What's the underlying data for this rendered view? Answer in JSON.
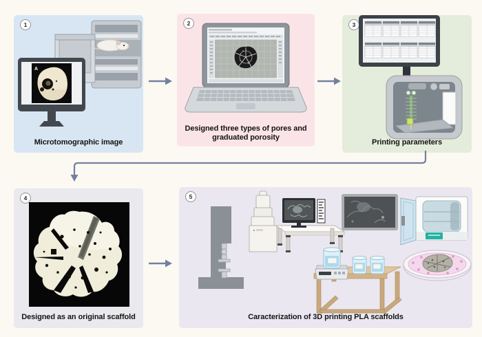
{
  "figure": {
    "background_color": "#fcf9f3",
    "arrow_color": "#72819f",
    "steps": [
      {
        "number": "1",
        "caption": "Microtomographic image",
        "panel_color": "#d8e6f3",
        "image_label": "A",
        "icons": [
          "micro-ct-scanner-icon",
          "mouse-icon",
          "monitor-icon",
          "skull-ct-image"
        ]
      },
      {
        "number": "2",
        "caption": "Designed three types of pores and graduated porosity",
        "panel_color": "#fbe4e7",
        "icons": [
          "laptop-icon",
          "cad-software-screen",
          "scaffold-model-icon"
        ]
      },
      {
        "number": "3",
        "caption": "Printing parameters",
        "panel_color": "#e4ecdb",
        "icons": [
          "monitor-icon",
          "parameters-table-screen",
          "printer-icon"
        ]
      },
      {
        "number": "4",
        "caption": "Designed as an original  scaffold",
        "panel_color": "#e9e9ee",
        "icons": [
          "scaffold-photo"
        ]
      },
      {
        "number": "5",
        "caption": "Caracterization of 3D printing PLA scaffolds",
        "panel_color": "#eae7f1",
        "icons": [
          "mechanical-tester-icon",
          "sem-icon",
          "sem-monitor-icon",
          "sem-micrograph-icon",
          "incubator-icon",
          "petri-dish-icon",
          "balance-icon",
          "beaker-icon",
          "table-icon"
        ]
      }
    ]
  }
}
